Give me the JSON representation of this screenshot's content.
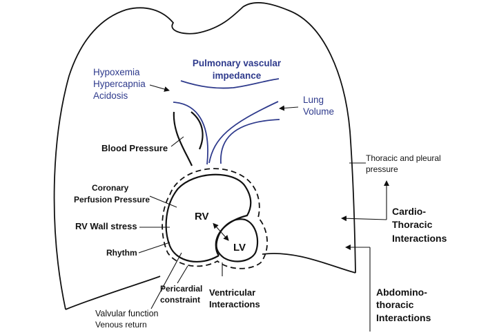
{
  "labels": {
    "hypoxemia": "Hypoxemia",
    "hypercapnia": "Hypercapnia",
    "acidosis": "Acidosis",
    "pulmonary_1": "Pulmonary vascular",
    "pulmonary_2": "impedance",
    "lung_1": "Lung",
    "lung_2": "Volume",
    "blood_pressure": "Blood Pressure",
    "coronary_1": "Coronary",
    "coronary_2": "Perfusion Pressure",
    "rv_wall_stress": "RV Wall stress",
    "rhythm": "Rhythm",
    "rv": "RV",
    "lv": "LV",
    "pericardial_1": "Pericardial",
    "pericardial_2": "constraint",
    "ventricular_1": "Ventricular",
    "ventricular_2": "Interactions",
    "valvular": "Valvular function",
    "venous": "Venous return",
    "thoracic_1": "Thoracic and pleural",
    "thoracic_2": "pressure",
    "cardio_1": "Cardio-",
    "cardio_2": "Thoracic",
    "cardio_3": "Interactions",
    "abdomino_1": "Abdomino-",
    "abdomino_2": "thoracic",
    "abdomino_3": "Interactions"
  },
  "colors": {
    "ink": "#111111",
    "vessel_blue": "#2e3a8c"
  }
}
